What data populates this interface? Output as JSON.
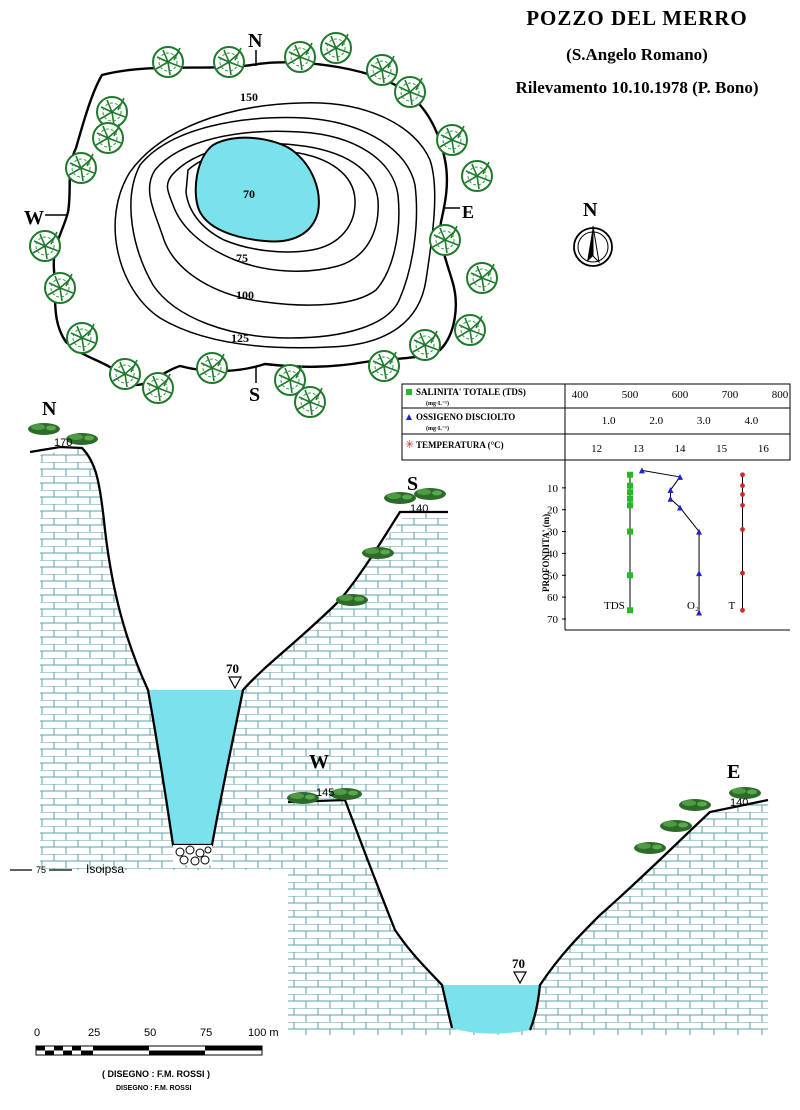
{
  "title": {
    "main": "POZZO DEL MERRO",
    "location": "(S.Angelo Romano)",
    "survey": "Rilevamento 10.10.1978 (P. Bono)"
  },
  "plan": {
    "cardinals": {
      "n": "N",
      "s": "S",
      "w": "W",
      "e": "E"
    },
    "contours": [
      "150",
      "125",
      "100",
      "75"
    ],
    "lake_level": "70",
    "north_arrow": "N"
  },
  "section_ns": {
    "left": "N",
    "right": "S",
    "left_elev": "170",
    "right_elev": "140",
    "water_level": "70"
  },
  "section_we": {
    "left": "W",
    "right": "E",
    "left_elev": "145",
    "right_elev": "140",
    "water_level": "70"
  },
  "legend": {
    "isopsa_value": "75",
    "isopsa_label": "Isoipsa"
  },
  "scalebar": {
    "ticks": [
      "0",
      "25",
      "50",
      "75",
      "100 m"
    ]
  },
  "credits": {
    "line1": "( DISEGNO : F.M. ROSSI )",
    "line2": "DISEGNO : F.M. ROSSI"
  },
  "chart_data": {
    "type": "line",
    "ylabel": "PROFONDITA' (m)",
    "ylim": [
      0,
      70
    ],
    "yticks": [
      "10",
      "20",
      "30",
      "40",
      "50",
      "60",
      "70"
    ],
    "axes": [
      {
        "name": "SALINITA' TOTALE (TDS)",
        "unit": "(mg·L⁻¹)",
        "ticks": [
          "400",
          "500",
          "600",
          "700",
          "800"
        ],
        "range": [
          400,
          800
        ],
        "marker": "square",
        "color": "#22bb22"
      },
      {
        "name": "OSSIGENO DISCIOLTO",
        "unit": "(mg·L⁻¹)",
        "ticks": [
          "1.0",
          "2.0",
          "3.0",
          "4.0"
        ],
        "range": [
          0.4,
          4.6
        ],
        "marker": "triangle",
        "color": "#2222cc"
      },
      {
        "name": "TEMPERATURA (°C)",
        "unit": "",
        "ticks": [
          "12",
          "13",
          "14",
          "15",
          "16"
        ],
        "range": [
          11.6,
          16.4
        ],
        "marker": "star",
        "color": "#dd2222"
      }
    ],
    "series": [
      {
        "name": "TDS",
        "axis": 0,
        "points": [
          [
            500,
            4
          ],
          [
            500,
            9
          ],
          [
            500,
            12
          ],
          [
            500,
            15
          ],
          [
            500,
            18
          ],
          [
            500,
            30
          ],
          [
            500,
            50
          ],
          [
            500,
            66
          ]
        ]
      },
      {
        "name": "O₂",
        "axis": 1,
        "points": [
          [
            1.7,
            2
          ],
          [
            2.5,
            5
          ],
          [
            2.3,
            11
          ],
          [
            2.3,
            15
          ],
          [
            2.5,
            19
          ],
          [
            2.9,
            30
          ],
          [
            2.9,
            49
          ],
          [
            2.9,
            67
          ]
        ]
      },
      {
        "name": "T",
        "axis": 2,
        "points": [
          [
            15.5,
            4
          ],
          [
            15.5,
            9
          ],
          [
            15.5,
            13
          ],
          [
            15.5,
            18
          ],
          [
            15.5,
            29
          ],
          [
            15.5,
            49
          ],
          [
            15.5,
            66
          ]
        ]
      }
    ]
  }
}
